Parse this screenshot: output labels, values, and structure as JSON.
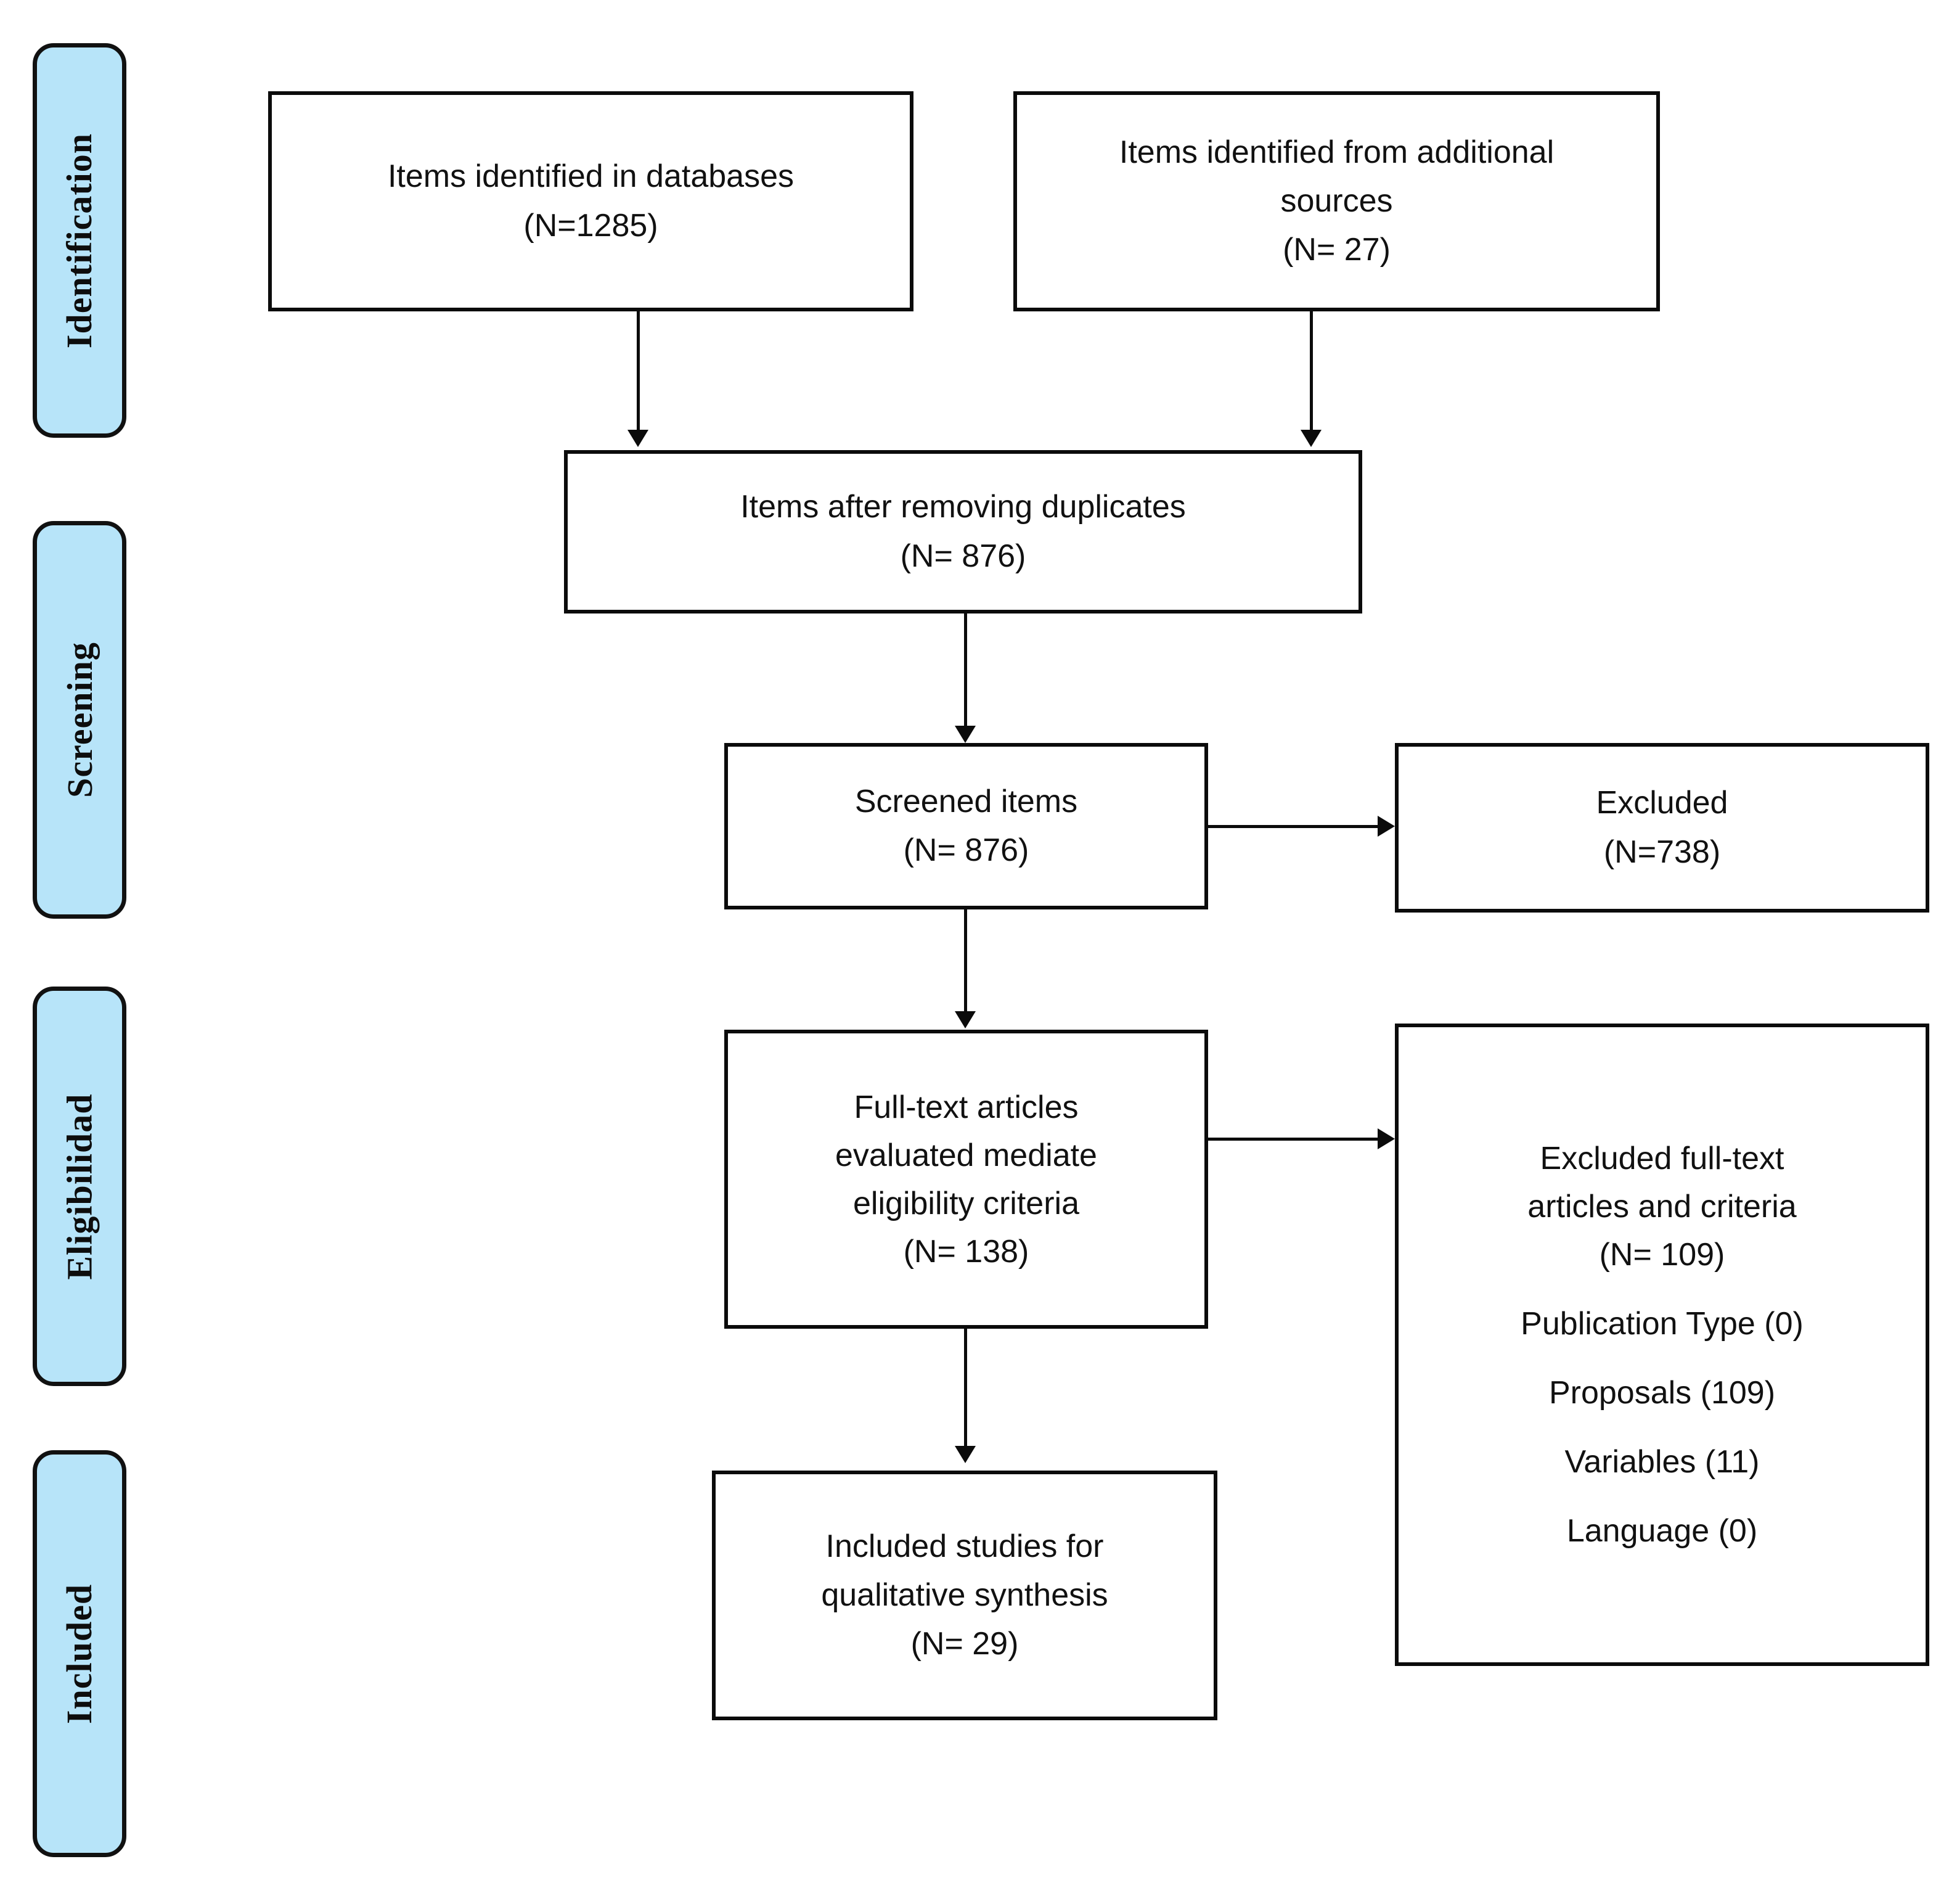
{
  "diagram": {
    "type": "prisma-flow-diagram",
    "accent_color": "#b7e4f9",
    "border_color": "#0b0b0b",
    "text_color": "#111111"
  },
  "stages": [
    {
      "id": "identification",
      "label": "Identification"
    },
    {
      "id": "screening",
      "label": "Screening"
    },
    {
      "id": "eligibility",
      "label": "Eligibilidad"
    },
    {
      "id": "included",
      "label": "Included"
    }
  ],
  "boxes": {
    "identified_databases": {
      "lines": [
        "Items identified in databases",
        "(N=1285)"
      ]
    },
    "identified_additional": {
      "lines": [
        "Items identified from additional",
        "sources",
        "(N= 27)"
      ]
    },
    "after_duplicates": {
      "lines": [
        "Items after removing duplicates",
        "(N= 876)"
      ]
    },
    "screened_items": {
      "lines": [
        "Screened items",
        "(N= 876)"
      ]
    },
    "excluded": {
      "lines": [
        "Excluded",
        "(N=738)"
      ]
    },
    "fulltext_assessed": {
      "lines": [
        "Full-text articles",
        "evaluated mediate",
        "eligibility criteria",
        "(N= 138)"
      ]
    },
    "fulltext_excluded": {
      "lines": [
        "Excluded full-text",
        "articles and criteria",
        "(N= 109)",
        "",
        "Publication Type (0)",
        "",
        "Proposals (109)",
        "",
        "Variables (11)",
        "",
        "Language (0)"
      ]
    },
    "included_studies": {
      "lines": [
        "Included studies for",
        "qualitative synthesis",
        "(N= 29)"
      ]
    }
  },
  "counts": {
    "identified_databases": 1285,
    "identified_additional": 27,
    "after_duplicates": 876,
    "screened_items": 876,
    "excluded_screening": 738,
    "fulltext_assessed": 138,
    "fulltext_excluded": 109,
    "excluded_publication_type": 0,
    "excluded_proposals": 109,
    "excluded_variables": 11,
    "excluded_language": 0,
    "included_studies": 29
  }
}
